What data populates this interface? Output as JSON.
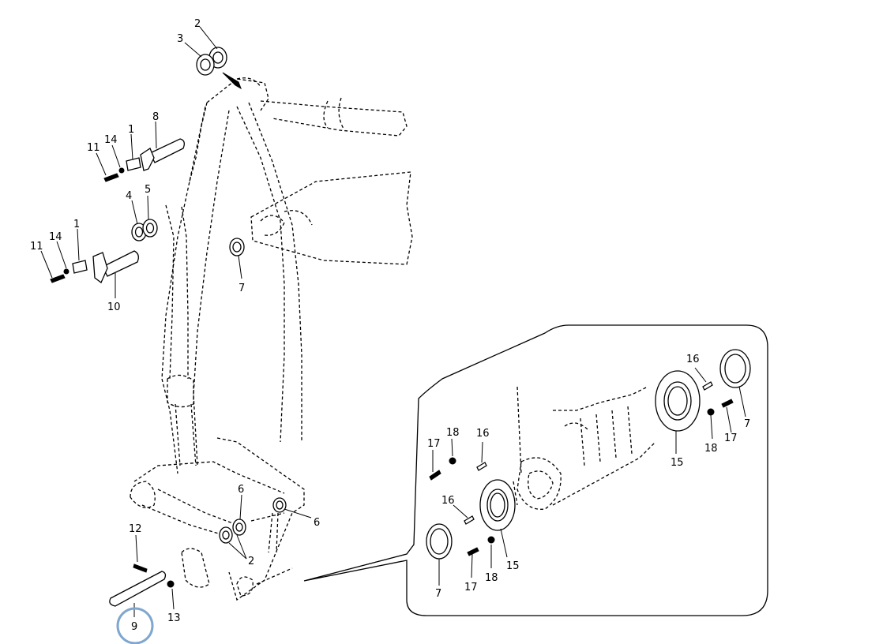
{
  "labels": {
    "l2_top": "2",
    "l3_top": "3",
    "l1_a": "1",
    "l8": "8",
    "l11_a": "11",
    "l14_a": "14",
    "l4": "4",
    "l5": "5",
    "l11_b": "11",
    "l14_b": "14",
    "l1_b": "1",
    "l10": "10",
    "l7_a": "7",
    "l6_a": "6",
    "l6_b": "6",
    "l2_b": "2",
    "l12": "12",
    "l13": "13",
    "l9": "9",
    "d16_a": "16",
    "d18_a": "18",
    "d17_a": "17",
    "d16_b": "16",
    "d15_a": "15",
    "d17_b": "17",
    "d18_b": "18",
    "d7_a": "7",
    "d16_c": "16",
    "d15_b": "15",
    "d18_c": "18",
    "d17_c": "17",
    "d7_b": "7"
  },
  "highlight": {
    "part": "9",
    "color": "#7fa7cf"
  },
  "colors": {
    "ink": "#000000",
    "background": "#ffffff"
  }
}
